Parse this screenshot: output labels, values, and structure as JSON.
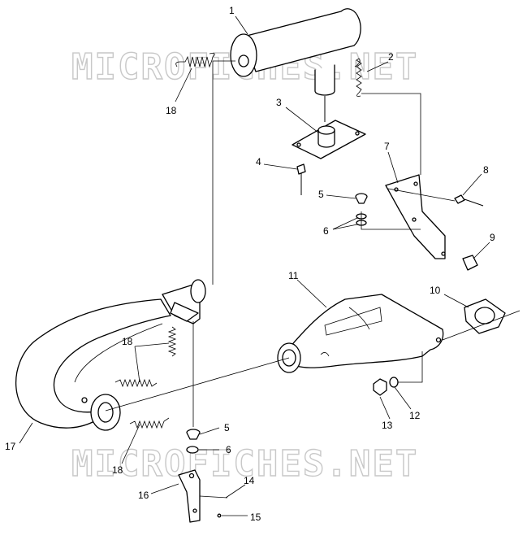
{
  "watermark": {
    "text": "MICROFICHES.NET"
  },
  "callouts": [
    {
      "id": "c1",
      "text": "1"
    },
    {
      "id": "c2",
      "text": "2"
    },
    {
      "id": "c3",
      "text": "3"
    },
    {
      "id": "c4",
      "text": "4"
    },
    {
      "id": "c5a",
      "text": "5"
    },
    {
      "id": "c6a",
      "text": "6"
    },
    {
      "id": "c7",
      "text": "7"
    },
    {
      "id": "c8",
      "text": "8"
    },
    {
      "id": "c9",
      "text": "9"
    },
    {
      "id": "c10",
      "text": "10"
    },
    {
      "id": "c11",
      "text": "11"
    },
    {
      "id": "c12",
      "text": "12"
    },
    {
      "id": "c13",
      "text": "13"
    },
    {
      "id": "c14",
      "text": "14"
    },
    {
      "id": "c15",
      "text": "15"
    },
    {
      "id": "c16",
      "text": "16"
    },
    {
      "id": "c17",
      "text": "17"
    },
    {
      "id": "c18a",
      "text": "18"
    },
    {
      "id": "c18b",
      "text": "18"
    },
    {
      "id": "c18c",
      "text": "18"
    },
    {
      "id": "c5b",
      "text": "5"
    },
    {
      "id": "c6b",
      "text": "6"
    }
  ]
}
